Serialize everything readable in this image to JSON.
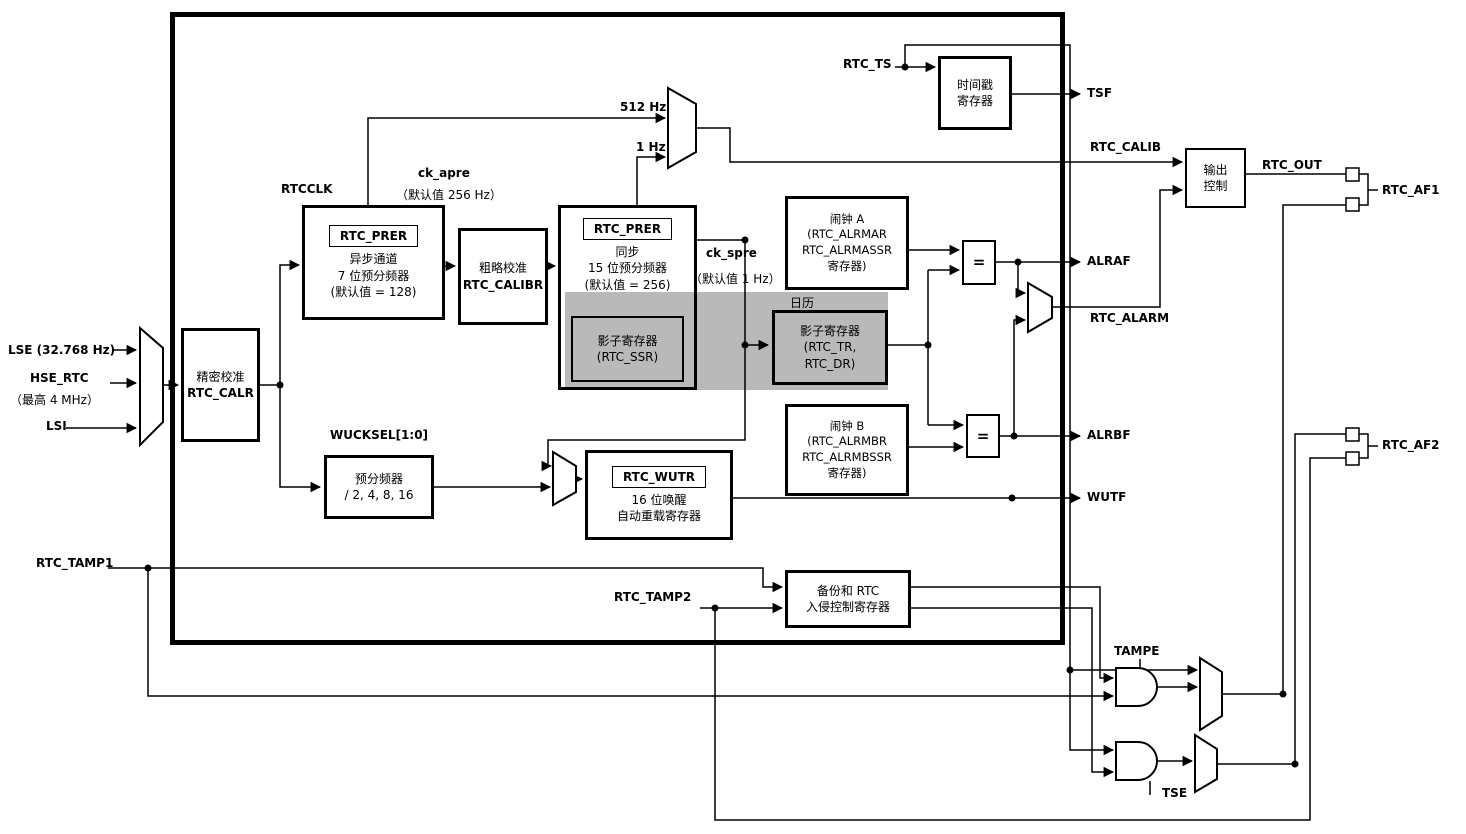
{
  "signals": {
    "lse": "LSE (32.768 Hz)",
    "hse": "HSE_RTC",
    "hse_note": "（最高 4 MHz）",
    "lsi": "LSI",
    "rtcclk": "RTCCLK",
    "ck_apre": "ck_apre",
    "ck_apre_note": "（默认值 256 Hz）",
    "hz512": "512 Hz",
    "hz1": "1 Hz",
    "ck_spre": "ck_spre",
    "ck_spre_note": "（默认值 1 Hz）",
    "calendar": "日历",
    "wucksel": "WUCKSEL[1:0]",
    "rtc_ts": "RTC_TS",
    "tsf": "TSF",
    "rtc_calib": "RTC_CALIB",
    "rtc_out": "RTC_OUT",
    "rtc_af1": "RTC_AF1",
    "alraf": "ALRAF",
    "rtc_alarm": "RTC_ALARM",
    "alrbf": "ALRBF",
    "wutf": "WUTF",
    "rtc_af2": "RTC_AF2",
    "rtc_tamp1": "RTC_TAMP1",
    "rtc_tamp2": "RTC_TAMP2",
    "tampe": "TAMPE",
    "tse": "TSE",
    "equals": "="
  },
  "boxes": {
    "calr": {
      "lines": [
        "精密校准",
        "RTC_CALR"
      ]
    },
    "async_prescaler": {
      "reg": "RTC_PRER",
      "lines": [
        "异步通道",
        "7 位预分频器",
        "(默认值 = 128)"
      ]
    },
    "coarse_calib": {
      "lines": [
        "粗略校准",
        "RTC_CALIBR"
      ]
    },
    "sync_prescaler": {
      "reg": "RTC_PRER",
      "lines": [
        "同步",
        "15 位预分频器",
        "(默认值 = 256)"
      ],
      "shadow": [
        "影子寄存器",
        "(RTC_SSR)"
      ]
    },
    "calendar_shadow": {
      "lines": [
        "影子寄存器",
        "(RTC_TR,",
        "RTC_DR)"
      ]
    },
    "alarm_a": {
      "lines": [
        "闹钟 A",
        "(RTC_ALRMAR",
        "RTC_ALRMASSR",
        "寄存器)"
      ]
    },
    "alarm_b": {
      "lines": [
        "闹钟 B",
        "(RTC_ALRMBR",
        "RTC_ALRMBSSR",
        "寄存器)"
      ]
    },
    "timestamp": {
      "lines": [
        "时间戳",
        "寄存器"
      ]
    },
    "output_control": {
      "lines": [
        "输出",
        "控制"
      ]
    },
    "wakeup_prescaler": {
      "lines": [
        "预分频器",
        "/ 2, 4, 8, 16"
      ]
    },
    "wakeup_reload": {
      "reg": "RTC_WUTR",
      "lines": [
        "16 位唤醒",
        "自动重载寄存器"
      ]
    },
    "tamper_ctrl": {
      "lines": [
        "备份和 RTC",
        "入侵控制寄存器"
      ]
    }
  },
  "colors": {
    "shade": "#b9b9b9",
    "line": "#000000",
    "background": "#ffffff"
  }
}
